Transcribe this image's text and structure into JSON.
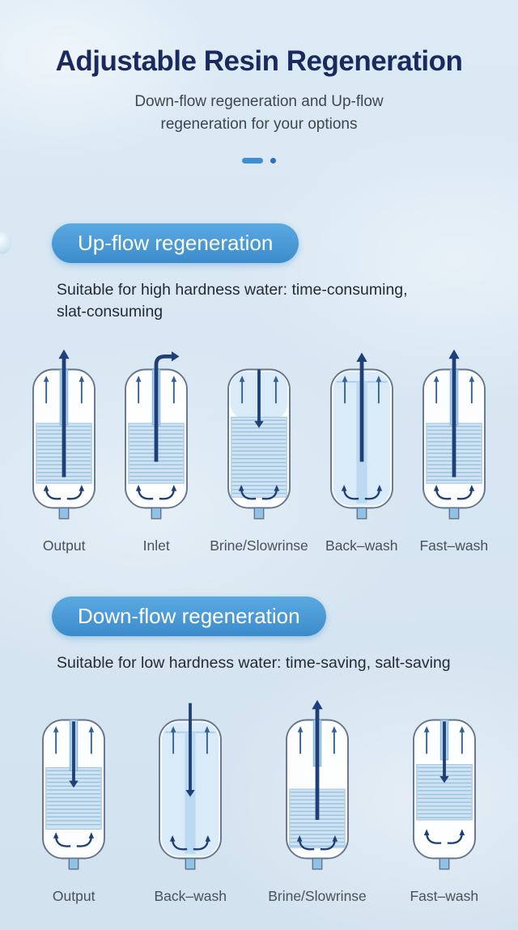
{
  "page": {
    "title": "Adjustable Resin Regeneration",
    "subtitle": "Down-flow regeneration and Up-flow regeneration for your options"
  },
  "sections": [
    {
      "badge": "Up-flow regeneration",
      "description": "Suitable for high hardness water: time-consuming,\nslat-consuming",
      "tanks": [
        {
          "label": "Output",
          "variant": "upflow-output"
        },
        {
          "label": "Inlet",
          "variant": "upflow-inlet"
        },
        {
          "label": "Brine/Slowrinse",
          "variant": "upflow-brine"
        },
        {
          "label": "Back–wash",
          "variant": "backwash-up"
        },
        {
          "label": "Fast–wash",
          "variant": "upflow-fast"
        }
      ]
    },
    {
      "badge": "Down-flow regeneration",
      "description": "Suitable for low hardness water: time-saving, salt-saving",
      "tanks": [
        {
          "label": "Output",
          "variant": "downflow-output"
        },
        {
          "label": "Back–wash",
          "variant": "backwash-down"
        },
        {
          "label": "Brine/Slowrinse",
          "variant": "downflow-brine"
        },
        {
          "label": "Fast–wash",
          "variant": "downflow-fast"
        }
      ]
    }
  ],
  "colors": {
    "accent_blue": "#3f8fd0",
    "title_navy": "#1b2a5e",
    "badge_gradient_top": "#5aa9e0",
    "badge_gradient_bottom": "#3c8ccd",
    "arrow_navy": "#1e3f77",
    "arrow_thin": "#35618f",
    "stripe_fill": "#cfe3f2",
    "stripe_line": "#9cc4e0",
    "water_fill": "#d9ebf9",
    "column_fill": "#bcd9f2",
    "tank_stroke": "#64748b",
    "tube_fill": "#aed2ee",
    "stub_fill": "#8fc2e8"
  }
}
